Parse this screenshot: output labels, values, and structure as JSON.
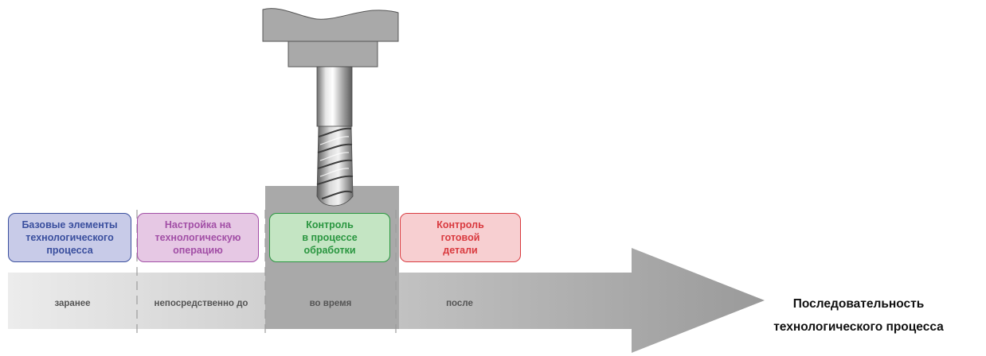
{
  "stages": [
    {
      "box_text": "Базовые элементы\nтехнологического\nпроцесса",
      "timing": "заранее",
      "color": "#3a4f9e",
      "fill": "#c8cbe8"
    },
    {
      "box_text": "Настройка на\nтехнологическую\nоперацию",
      "timing": "непосредственно до",
      "color": "#a24fa6",
      "fill": "#e6c8e4"
    },
    {
      "box_text": "Контроль\nв процессе\nобработки",
      "timing": "во время",
      "color": "#2a9640",
      "fill": "#c4e5c3"
    },
    {
      "box_text": "Контроль\nготовой\nдетали",
      "timing": "после",
      "color": "#d93a3f",
      "fill": "#f7cfd1"
    }
  ],
  "process_title": "Последовательность\nтехнологического процесса",
  "colors": {
    "arrow_start": "#ececec",
    "arrow_end": "#9a9a9a",
    "machine": "#a9a9a9"
  }
}
